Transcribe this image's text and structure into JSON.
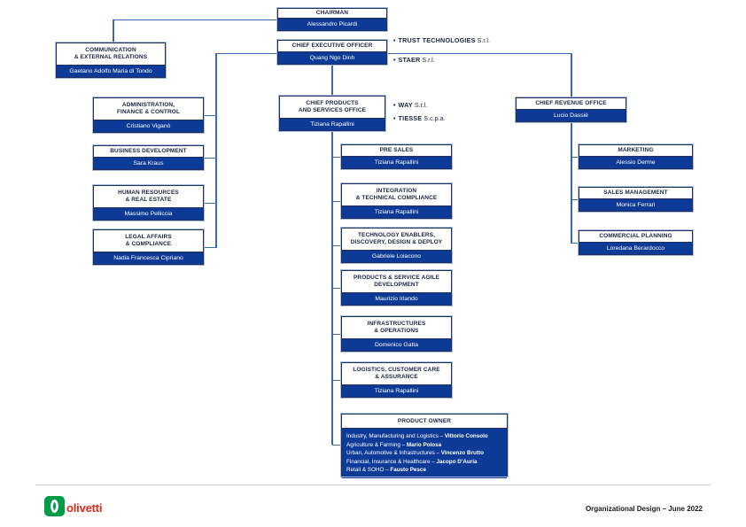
{
  "boxes": {
    "chairman": {
      "title": "CHAIRMAN",
      "name": "Alessandro Picardi"
    },
    "ceo": {
      "title": "CHIEF EXECUTIVE OFFICER",
      "name": "Quang Ngo Dinh"
    },
    "communication": {
      "title": "COMMUNICATION\n& EXTERNAL RELATIONS",
      "name": "Gaetano Adolfo Maria di Tondo"
    },
    "administration": {
      "title": "ADMINISTRATION,\nFINANCE & CONTROL",
      "name": "Cristiano Viganò"
    },
    "business_development": {
      "title": "BUSINESS DEVELOPMENT",
      "name": "Sara Kraus"
    },
    "human_resources": {
      "title": "HUMAN RESOURCES\n& REAL ESTATE",
      "name": "Massimo Pelliccia"
    },
    "legal_affairs": {
      "title": "LEGAL AFFAIRS\n& COMPLIANCE",
      "name": "Nadia Francesca Cipriano"
    },
    "chief_products": {
      "title": "CHIEF PRODUCTS\nAND SERVICES OFFICE",
      "name": "Tiziana Rapallini"
    },
    "pre_sales": {
      "title": "PRE SALES",
      "name": "Tiziana Rapallini"
    },
    "integration": {
      "title": "INTEGRATION\n& TECHNICAL COMPLIANCE",
      "name": "Tiziana Rapallini"
    },
    "technology_enablers": {
      "title": "TECHNOLOGY ENABLERS,\nDISCOVERY, DESIGN & DEPLOY",
      "name": "Gabriele Loiacono"
    },
    "products_agile": {
      "title": "PRODUCTS & SERVICE AGILE\nDEVELOPMENT",
      "name": "Maurizio Irlando"
    },
    "infrastructures": {
      "title": "INFRASTRUCTURES\n& OPERATIONS",
      "name": "Domenico Gatta"
    },
    "logistics": {
      "title": "LOGISTICS, CUSTOMER CARE\n& ASSURANCE",
      "name": "Tiziana Rapallini"
    },
    "chief_revenue": {
      "title": "CHIEF REVENUE OFFICE",
      "name": "Lucio Dassiè"
    },
    "marketing": {
      "title": "MARKETING",
      "name": "Alessio Derme"
    },
    "sales_management": {
      "title": "SALES MANAGEMENT",
      "name": "Monica Ferrari"
    },
    "commercial_planning": {
      "title": "COMMERCIAL PLANNING",
      "name": "Loredana Berardocco"
    }
  },
  "subsidiaries": {
    "ceo": [
      {
        "dot": "•",
        "name": "TRUST TECHNOLOGIES",
        "suffix": "S.r.l."
      },
      {
        "dot": "•",
        "name": "STAER",
        "suffix": "S.r.l."
      }
    ],
    "chief_products": [
      {
        "dot": "•",
        "name": "WAY",
        "suffix": "S.r.l."
      },
      {
        "dot": "•",
        "name": "TIESSE",
        "suffix": "S.c.p.a."
      }
    ]
  },
  "product_owner": {
    "title": "PRODUCT OWNER",
    "lines": [
      {
        "area": "Industry, Manufacturing and Logistics – ",
        "name": "Vittorio Consolo"
      },
      {
        "area": "Agriculture & Farming – ",
        "name": "Mario Polosa"
      },
      {
        "area": "Urban, Automotive & Infrastructures – ",
        "name": "Vincenzo Brutto"
      },
      {
        "area": "Financial, Insurance & Healthcare – ",
        "name": "Jacopo D'Auria"
      },
      {
        "area": "Retail & SOHO – ",
        "name": "Fausto Pesce"
      }
    ]
  },
  "footer": {
    "logo_wordmark": "olivetti",
    "note": "Organizational Design – June 2022"
  },
  "colors": {
    "box_fill_blue": "#0d3a96",
    "box_border_navy": "#252f5e",
    "box_outline_light": "#a9bdda",
    "connector_blue": "#3b69ae",
    "logo_green": "#009a49",
    "logo_red": "#d9291c"
  }
}
